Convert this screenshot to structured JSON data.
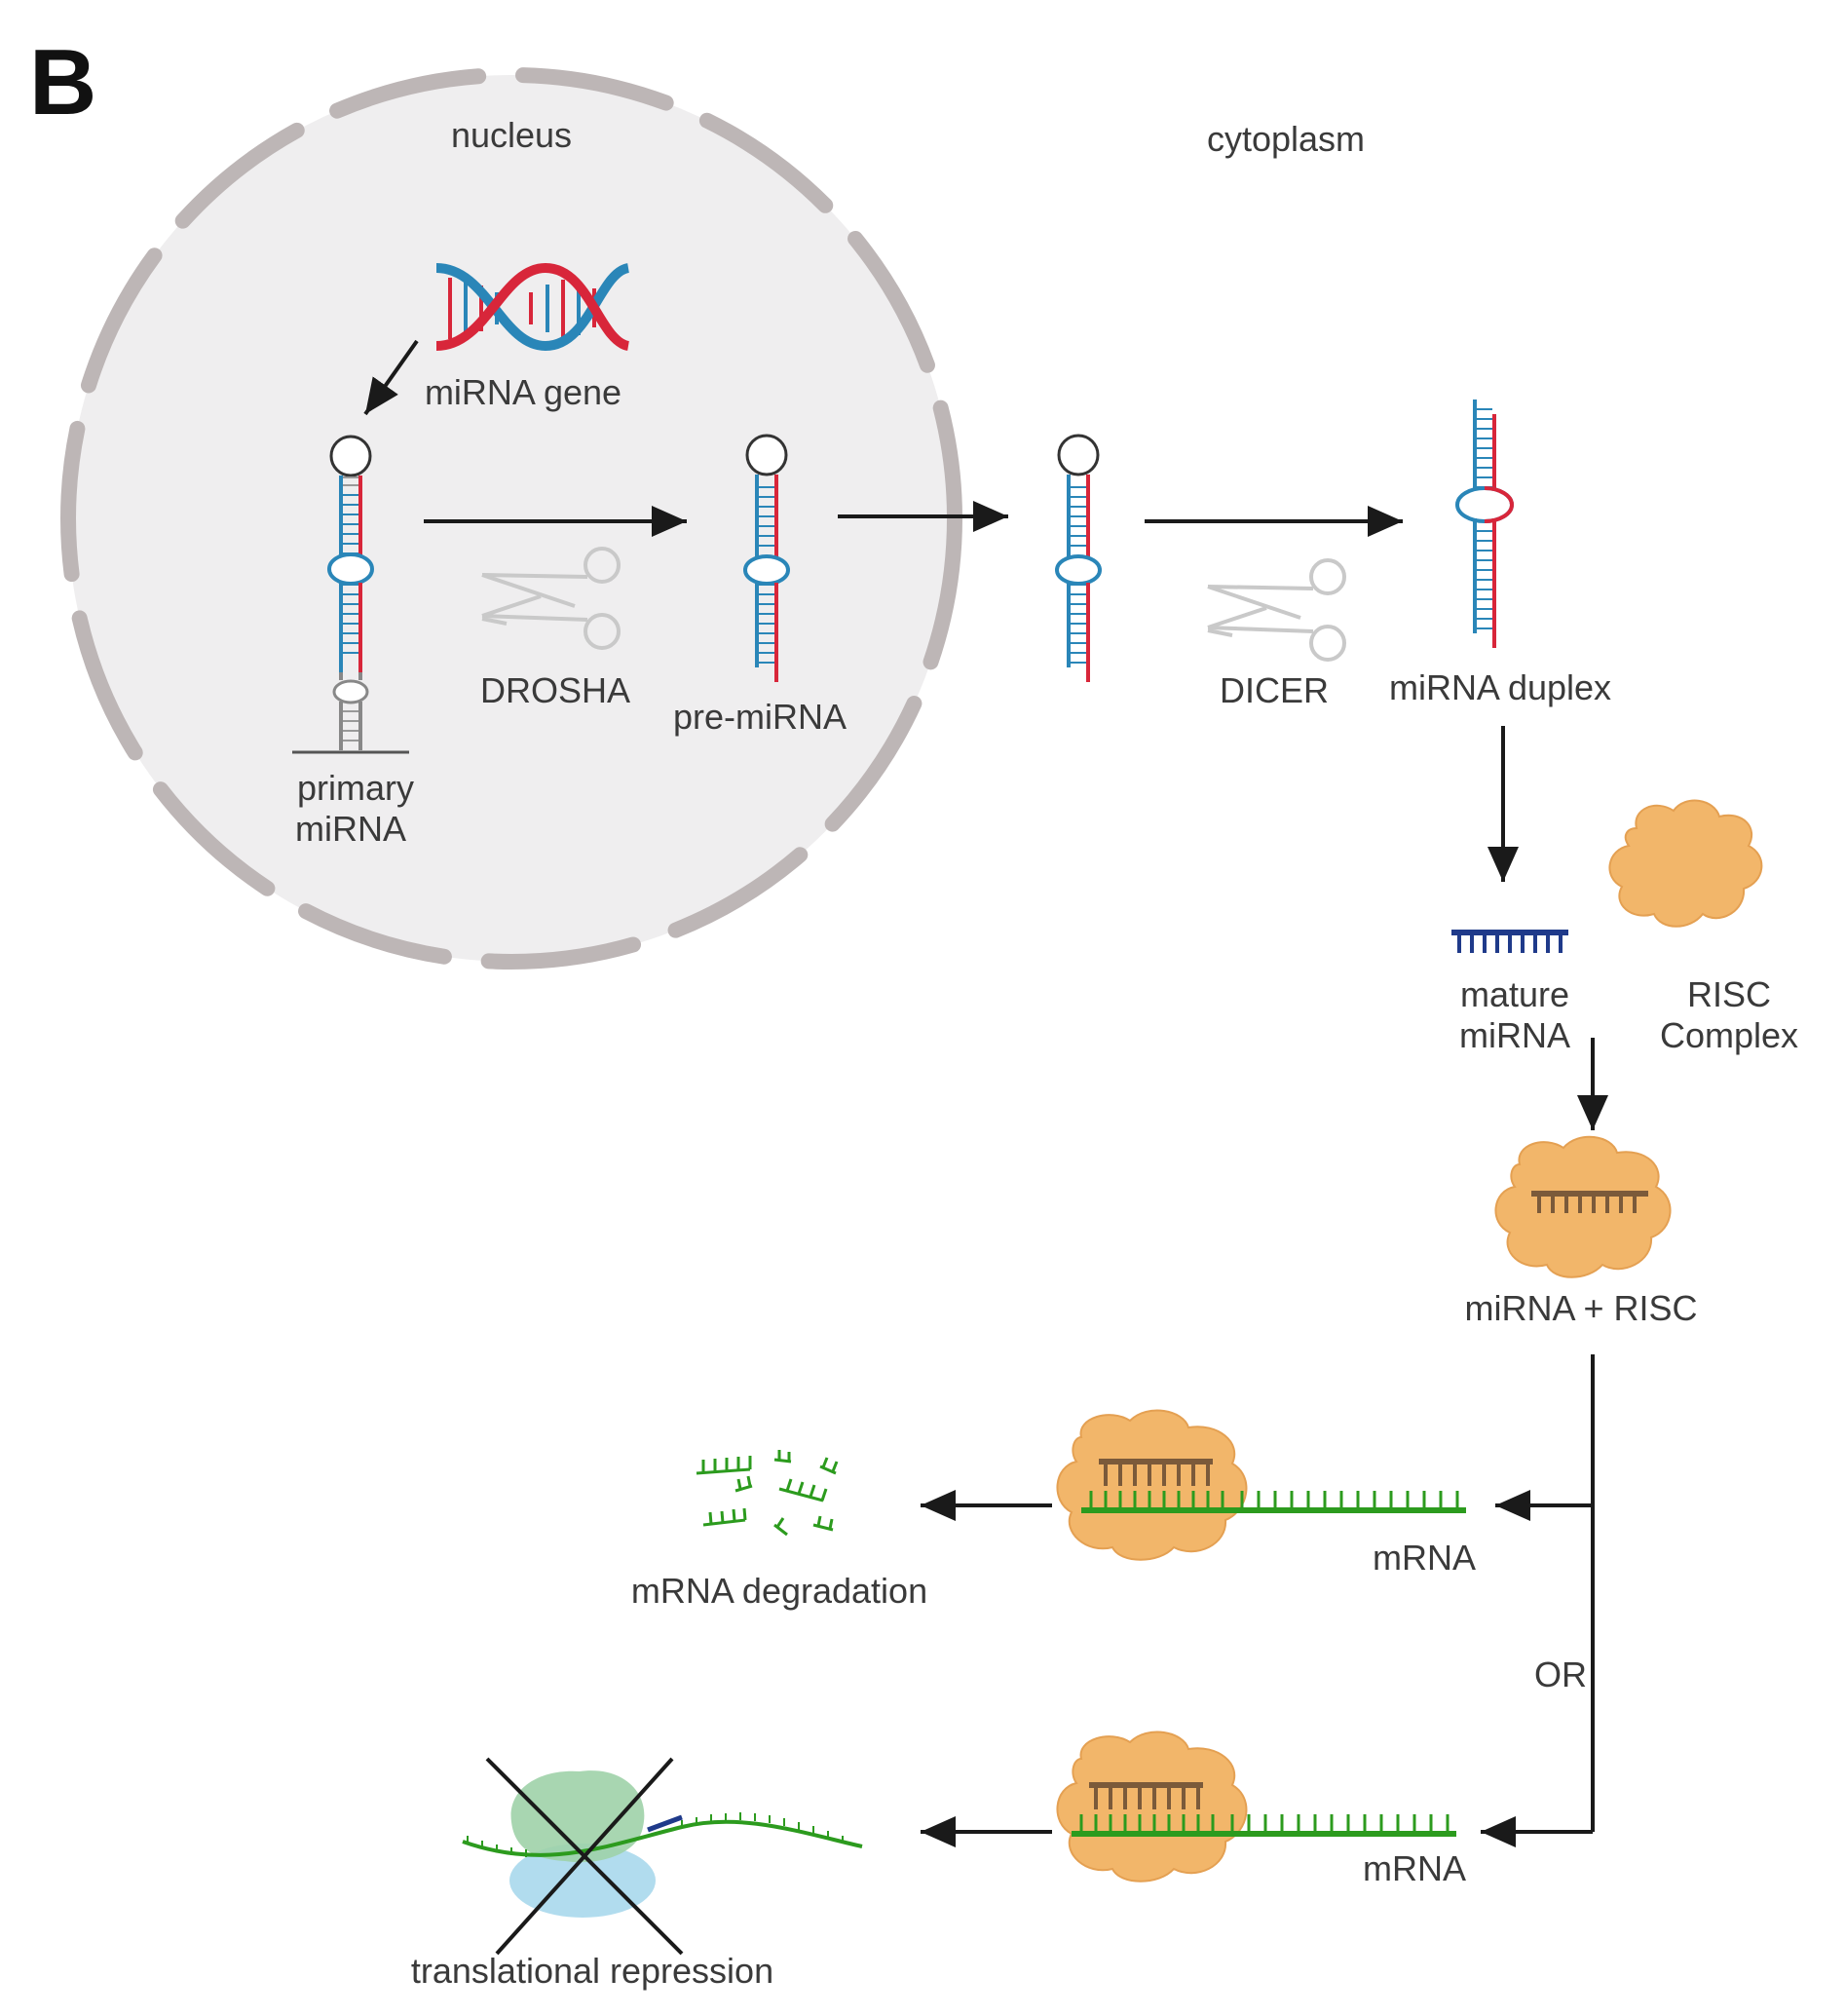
{
  "panel_letter": "B",
  "compartments": {
    "nucleus": "nucleus",
    "cytoplasm": "cytoplasm"
  },
  "labels": {
    "mirna_gene": "miRNA gene",
    "primary_mirna_line1": "primary",
    "primary_mirna_line2": "miRNA",
    "drosha": "DROSHA",
    "pre_mirna": "pre-miRNA",
    "dicer": "DICER",
    "mirna_duplex": "miRNA duplex",
    "mature_mirna_line1": "mature",
    "mature_mirna_line2": "miRNA",
    "risc_line1": "RISC",
    "risc_line2": "Complex",
    "mirna_risc": "miRNA + RISC",
    "mrna_top": "mRNA",
    "mrna_degradation": "mRNA degradation",
    "or": "OR",
    "mrna_bottom": "mRNA",
    "translational_repression": "translational repression"
  },
  "colors": {
    "nucleus_fill": "#efeeef",
    "envelope": "#bdb6b6",
    "rna_blue": "#2a86b8",
    "rna_red": "#d8263a",
    "risc": "#f2b66a",
    "mrna_green": "#2c9b1e",
    "mature_mirna": "#1f3a8a",
    "arrow": "#1a1a1a"
  }
}
